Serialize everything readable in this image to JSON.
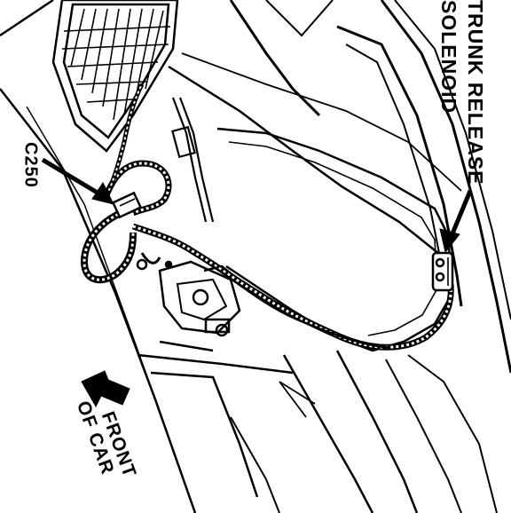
{
  "diagram": {
    "labels": {
      "trunk_release_line1": "TRUNK RELEASE",
      "trunk_release_line2": "SOLENOID",
      "connector": "C250",
      "front_line1": "FRONT",
      "front_line2": "OF CAR"
    }
  },
  "colors": {
    "ink": "#000000",
    "paper": "#ffffff"
  }
}
